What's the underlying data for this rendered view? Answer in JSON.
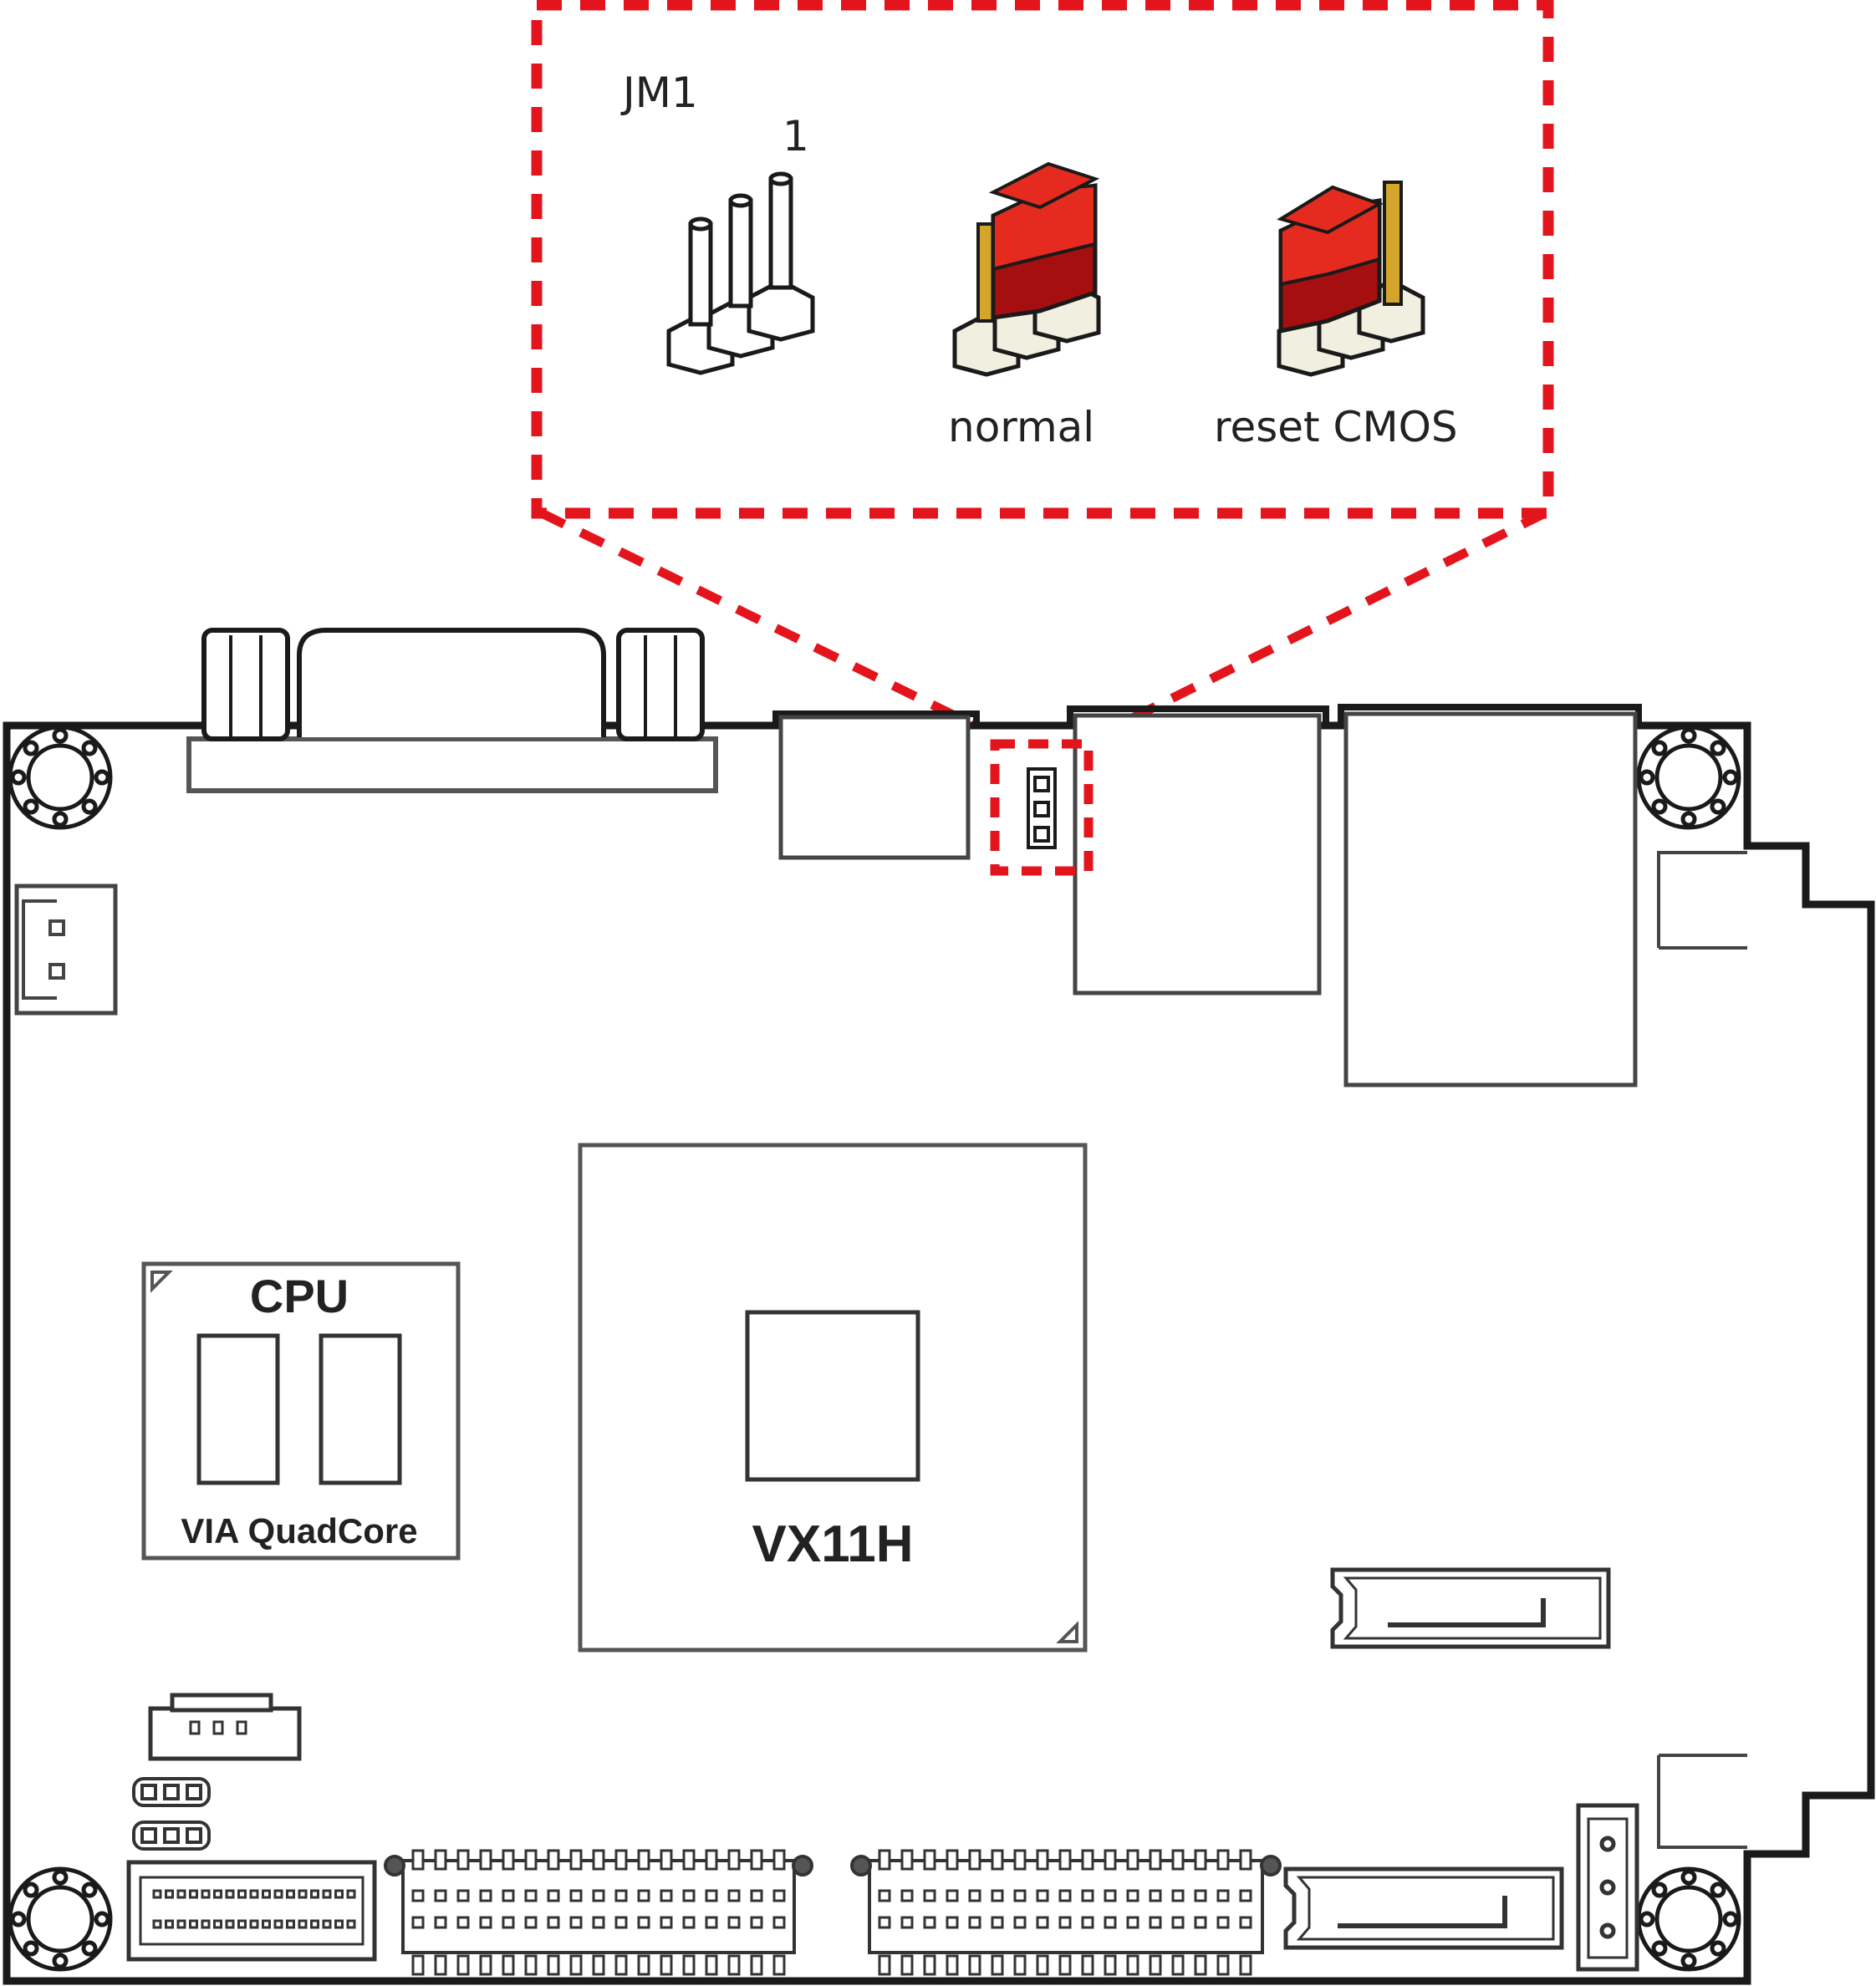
{
  "callout": {
    "jumper_name": "JM1",
    "pin_one_marker": "1",
    "normal_label": "normal",
    "reset_label": "reset CMOS"
  },
  "board": {
    "cpu_title": "CPU",
    "cpu_name": "VIA QuadCore",
    "chipset_name": "VX11H"
  },
  "colors": {
    "outline": "#1a1a1a",
    "callout_dash": "#e3141c",
    "jumper_cap_top": "#e52b20",
    "jumper_cap_side": "#a50f10",
    "pin_gold": "#d4a52a",
    "header_base": "#f1efe0"
  }
}
